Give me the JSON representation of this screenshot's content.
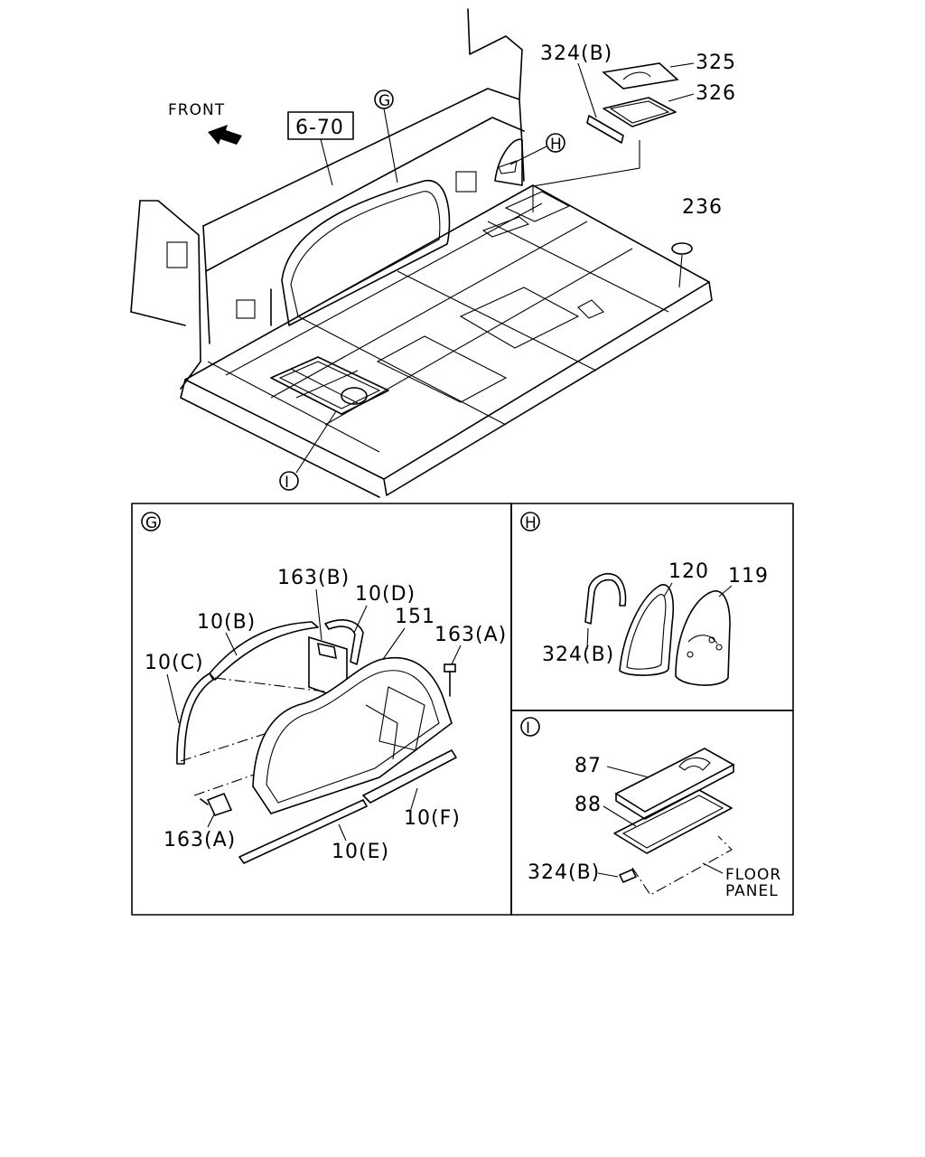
{
  "overview": {
    "front_label": "FRONT",
    "ref_box_label": "6-70",
    "callouts": {
      "c324b": "324(B)",
      "c325": "325",
      "c326": "326",
      "c236": "236"
    },
    "detail_markers": {
      "g": "G",
      "h": "H",
      "i": "I"
    }
  },
  "detail_g": {
    "marker": "G",
    "labels": {
      "p163b": "163(B)",
      "p10d": "10(D)",
      "p10b": "10(B)",
      "p151": "151",
      "p163a_top": "163(A)",
      "p10c": "10(C)",
      "p163a_bottom": "163(A)",
      "p10f": "10(F)",
      "p10e": "10(E)"
    }
  },
  "detail_h": {
    "marker": "H",
    "labels": {
      "p120": "120",
      "p119": "119",
      "p324b": "324(B)"
    }
  },
  "detail_i": {
    "marker": "I",
    "labels": {
      "p87": "87",
      "p88": "88",
      "p324b": "324(B)",
      "floor": "FLOOR",
      "panel": "PANEL"
    }
  }
}
